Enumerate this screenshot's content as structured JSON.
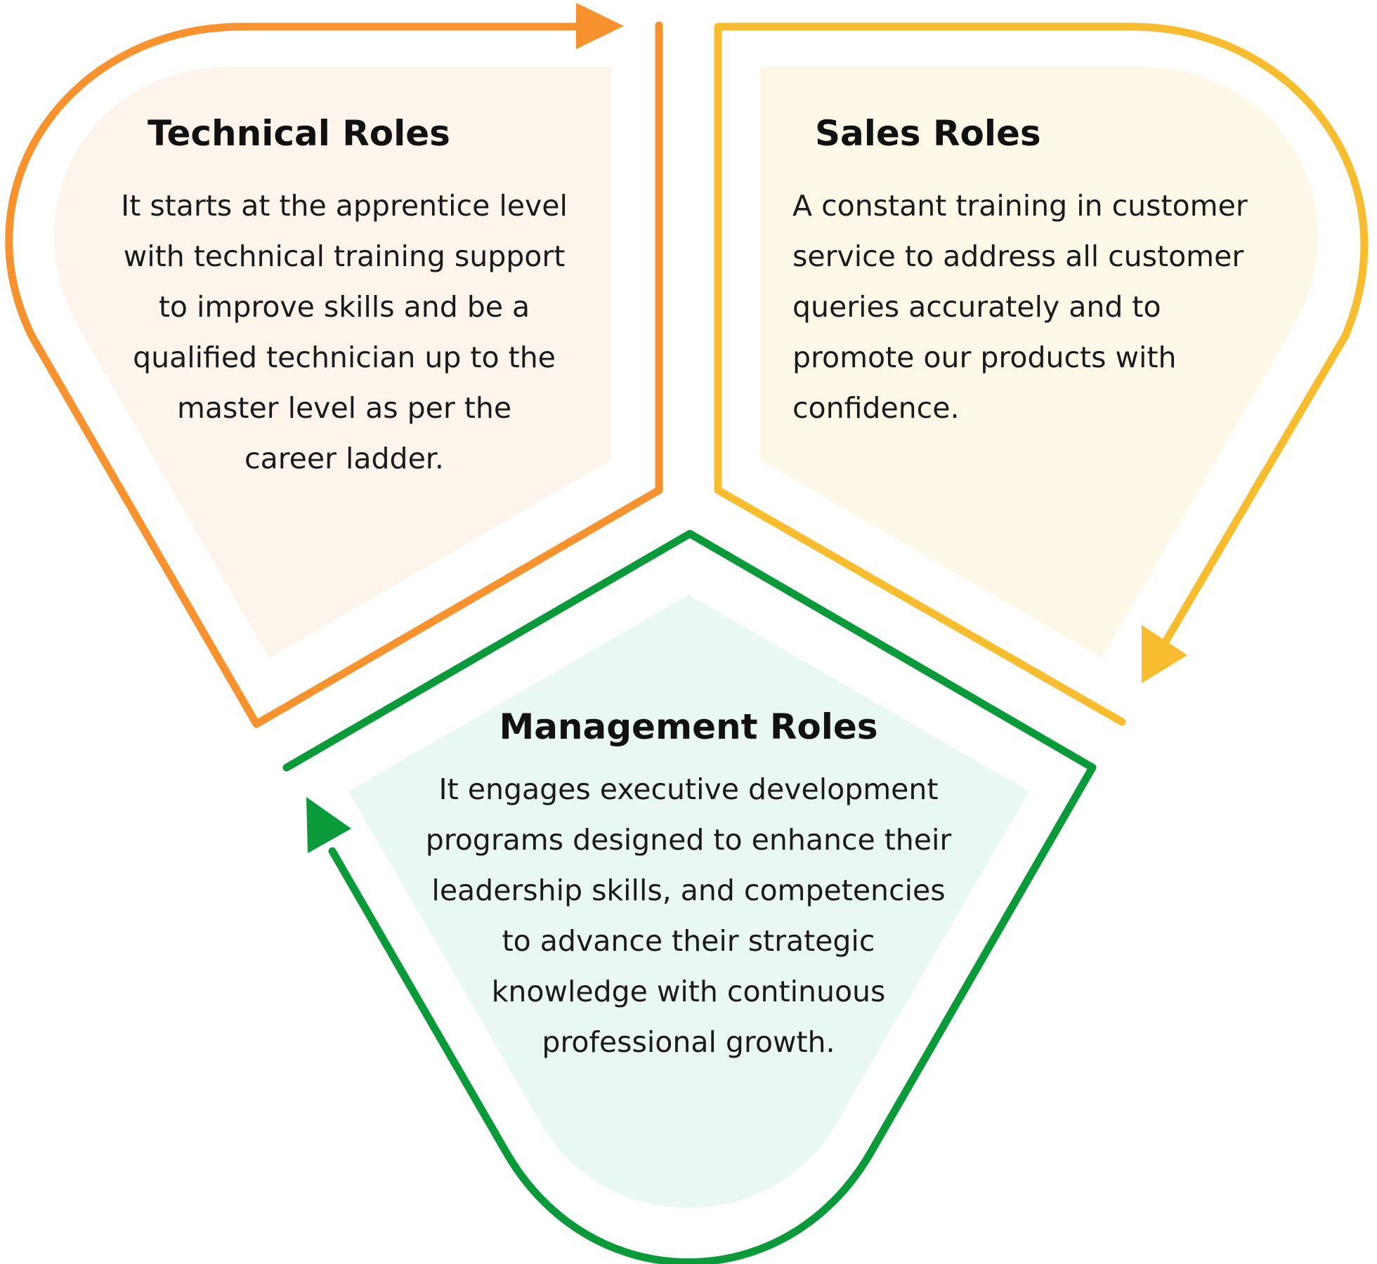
{
  "colors": {
    "technical_stroke": "#F7922F",
    "technical_fill": "#FDF4EB",
    "sales_stroke": "#F8BD2F",
    "sales_fill": "#FEF8E9",
    "management_stroke": "#0A9A3A",
    "management_fill": "#EAF8F2"
  },
  "technical": {
    "title": "Technical Roles",
    "lines": [
      "It starts at the apprentice level",
      "with technical training support",
      "to improve skills and be a",
      "qualified technician up to the",
      "master level as per the",
      "career ladder."
    ]
  },
  "sales": {
    "title": "Sales Roles",
    "lines": [
      "A constant training in customer",
      "service to address all customer",
      "queries accurately and to",
      "promote our products with",
      "confidence."
    ]
  },
  "management": {
    "title": "Management Roles",
    "lines": [
      "It engages executive development",
      "programs designed to enhance their",
      "leadership skills, and competencies",
      "to advance their strategic",
      "knowledge with continuous",
      "professional growth."
    ]
  }
}
